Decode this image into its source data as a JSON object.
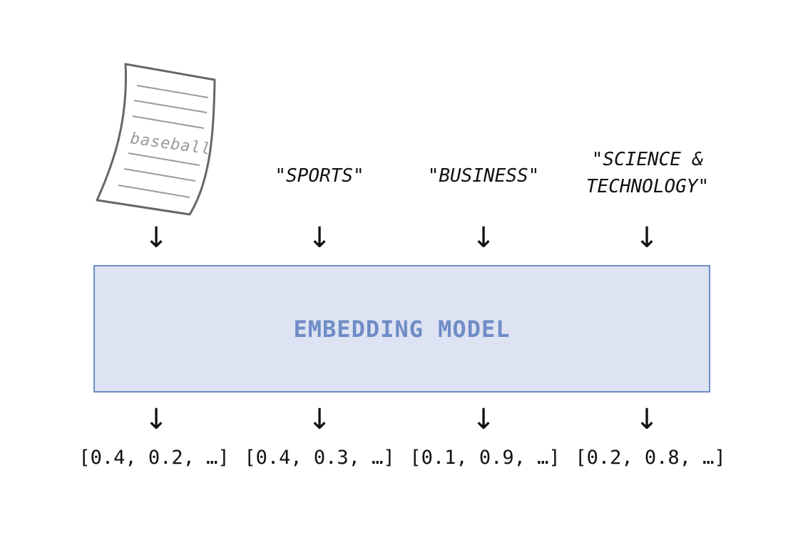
{
  "document": {
    "icon": "document-icon",
    "word": "baseball"
  },
  "inputs": [
    {
      "label": ""
    },
    {
      "label": "\"SPORTS\""
    },
    {
      "label": "\"BUSINESS\""
    },
    {
      "label": "\"SCIENCE &\nTECHNOLOGY\""
    }
  ],
  "arrows": {
    "symbol": "↓",
    "icon": "arrow-down-icon"
  },
  "model": {
    "label": "EMBEDDING MODEL",
    "fill_color": "#dde3f2",
    "accent_color": "#6f8cc6"
  },
  "outputs": [
    {
      "vector": "[0.4, 0.2, …]"
    },
    {
      "vector": "[0.4, 0.3, …]"
    },
    {
      "vector": "[0.1, 0.9, …]"
    },
    {
      "vector": "[0.2, 0.8, …]"
    }
  ]
}
